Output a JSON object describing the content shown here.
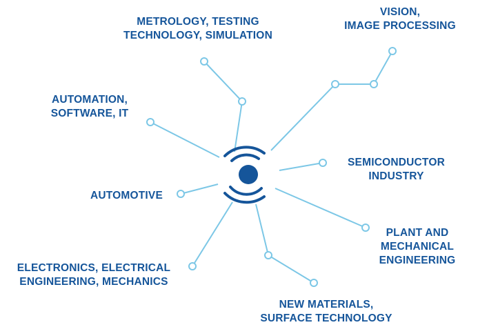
{
  "colors": {
    "line": "#7cc7e6",
    "node_fill": "#ffffff",
    "hub": "#15559a",
    "text": "#15559a"
  },
  "hub": {
    "icon": "concentric-arcs-dot-icon"
  },
  "branches": [
    {
      "id": "metrology",
      "lines": [
        "METROLOGY, TESTING",
        "TECHNOLOGY, SIMULATION"
      ]
    },
    {
      "id": "vision",
      "lines": [
        "VISION,",
        "IMAGE PROCESSING"
      ]
    },
    {
      "id": "automation",
      "lines": [
        "AUTOMATION,",
        "SOFTWARE, IT"
      ]
    },
    {
      "id": "semiconductor",
      "lines": [
        "SEMICONDUCTOR",
        "INDUSTRY"
      ]
    },
    {
      "id": "automotive",
      "lines": [
        "AUTOMOTIVE"
      ]
    },
    {
      "id": "plant",
      "lines": [
        "PLANT AND",
        "MECHANICAL",
        "ENGINEERING"
      ]
    },
    {
      "id": "electronics",
      "lines": [
        "ELECTRONICS, ELECTRICAL",
        "ENGINEERING, MECHANICS"
      ]
    },
    {
      "id": "materials",
      "lines": [
        "NEW MATERIALS,",
        "SURFACE TECHNOLOGY"
      ]
    }
  ]
}
